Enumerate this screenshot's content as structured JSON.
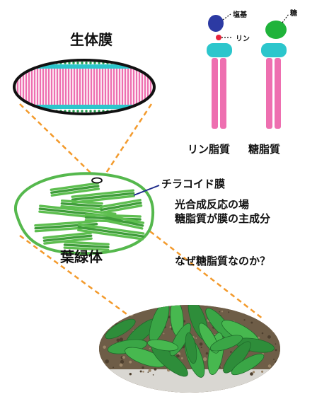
{
  "labels": {
    "membrane_title": "生体膜",
    "base": "塩基",
    "sugar": "糖",
    "phosphate": "リン",
    "phospholipid": "リン脂質",
    "glycolipid": "糖脂質",
    "thylakoid_membrane": "チラコイド膜",
    "chloroplast": "葉緑体",
    "note_line1": "光合成反応の場",
    "note_line2": "糖脂質が膜の主成分",
    "question": "なぜ糖脂質なのか？"
  },
  "colors": {
    "lipid_tail": "#ee6fb0",
    "head_cyan": "#2cc6cc",
    "base_blue": "#2c3aa3",
    "phosphate_red": "#e8243b",
    "sugar_green": "#1fb33a",
    "chloroplast_green": "#55b84d",
    "dash_orange": "#f39a2c"
  }
}
